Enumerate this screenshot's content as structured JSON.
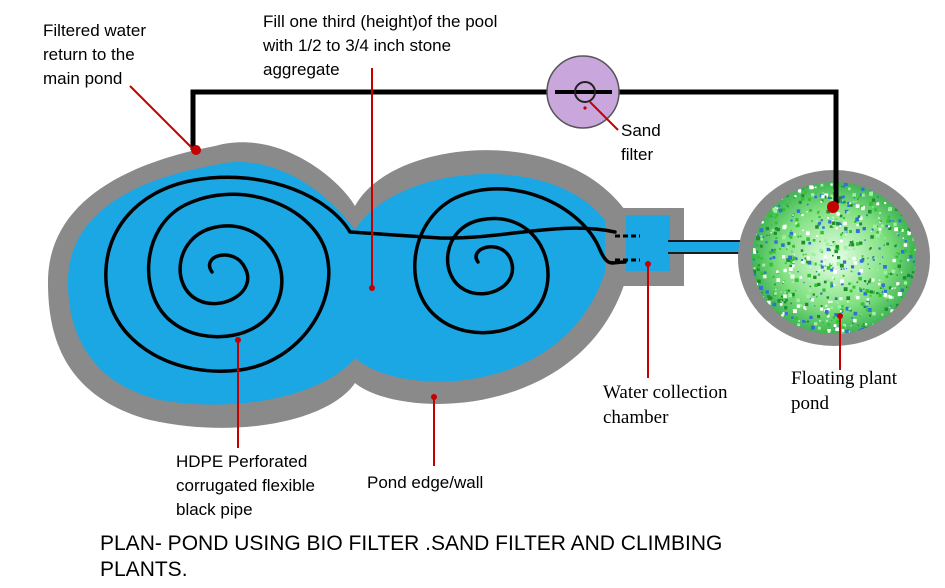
{
  "labels": {
    "filtered_return": [
      "Filtered water",
      "return to the",
      "main pond"
    ],
    "fill_note": [
      "Fill  one third (height)of the pool",
      "with 1/2  to 3/4 inch stone",
      "aggregate"
    ],
    "sand_filter": [
      "Sand",
      "filter"
    ],
    "hdpe_pipe": [
      "HDPE Perforated",
      "corrugated flexible",
      "black pipe"
    ],
    "pond_edge": "Pond edge/wall",
    "collection_chamber": [
      "Water collection",
      "chamber"
    ],
    "floating_pond": [
      "Floating plant",
      "pond"
    ],
    "caption": [
      "PLAN- POND USING BIO FILTER .SAND FILTER AND CLIMBING",
      "PLANTS."
    ]
  },
  "colors": {
    "water": "#1ba7e3",
    "wall": "#8a8a8a",
    "pipe": "#000000",
    "pointer": "#c40000",
    "sand_filter": "#c9a6dc",
    "plant_green": "#31c431",
    "plant_blue": "#3070d8"
  }
}
